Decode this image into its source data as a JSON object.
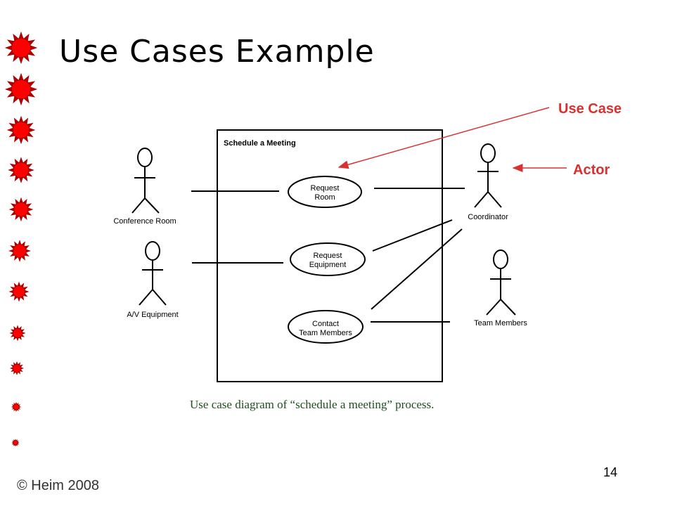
{
  "slide": {
    "title": "Use Cases Example",
    "caption": "Use case diagram of “schedule a meeting” process.",
    "footer": "© Heim 2008",
    "page_number": "14"
  },
  "callouts": {
    "use_case": "Use Case",
    "actor": "Actor"
  },
  "diagram": {
    "system_boundary": "Schedule a Meeting",
    "actors": [
      {
        "id": "conference-room",
        "label": "Conference Room"
      },
      {
        "id": "av-equipment",
        "label": "A/V Equipment"
      },
      {
        "id": "coordinator",
        "label": "Coordinator"
      },
      {
        "id": "team-members",
        "label": "Team Members"
      }
    ],
    "use_cases": [
      {
        "id": "request-room",
        "lines": [
          "Request",
          "Room"
        ]
      },
      {
        "id": "request-equipment",
        "lines": [
          "Request",
          "Equipment"
        ]
      },
      {
        "id": "contact-team-members",
        "lines": [
          "Contact",
          "Team Members"
        ]
      }
    ],
    "associations": [
      {
        "actor": "conference-room",
        "use_case": "request-room"
      },
      {
        "actor": "av-equipment",
        "use_case": "request-equipment"
      },
      {
        "actor": "coordinator",
        "use_case": "request-room"
      },
      {
        "actor": "coordinator",
        "use_case": "request-equipment"
      },
      {
        "actor": "coordinator",
        "use_case": "contact-team-members"
      },
      {
        "actor": "team-members",
        "use_case": "contact-team-members"
      }
    ]
  },
  "colors": {
    "accent_red": "#d93030",
    "sun_fill": "#ff0000",
    "sun_ray": "#b00000",
    "caption_green": "#1f4f1f"
  }
}
